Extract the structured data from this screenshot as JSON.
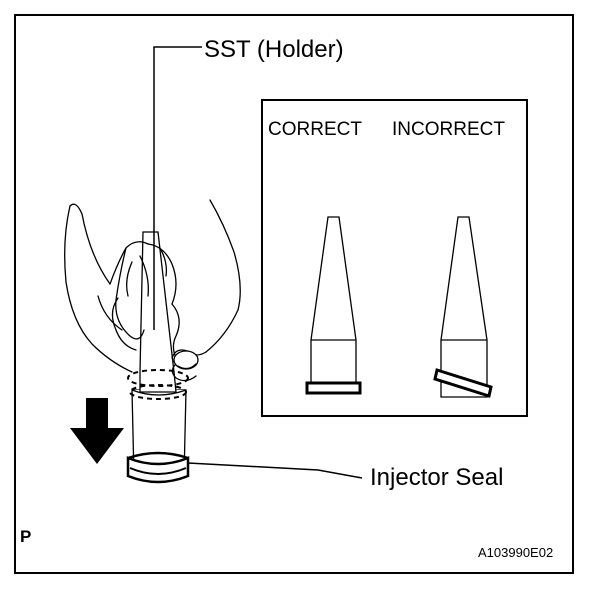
{
  "labels": {
    "sst": "SST (Holder)",
    "injector_seal": "Injector Seal",
    "correct": "CORRECT",
    "incorrect": "INCORRECT",
    "page_letter": "P",
    "figure_id": "A103990E02"
  },
  "icons": {
    "hand": "hand-illustration",
    "arrow": "down-arrow-icon",
    "tool": "sst-holder-tool"
  },
  "colors": {
    "line": "#000000",
    "background": "#ffffff"
  }
}
